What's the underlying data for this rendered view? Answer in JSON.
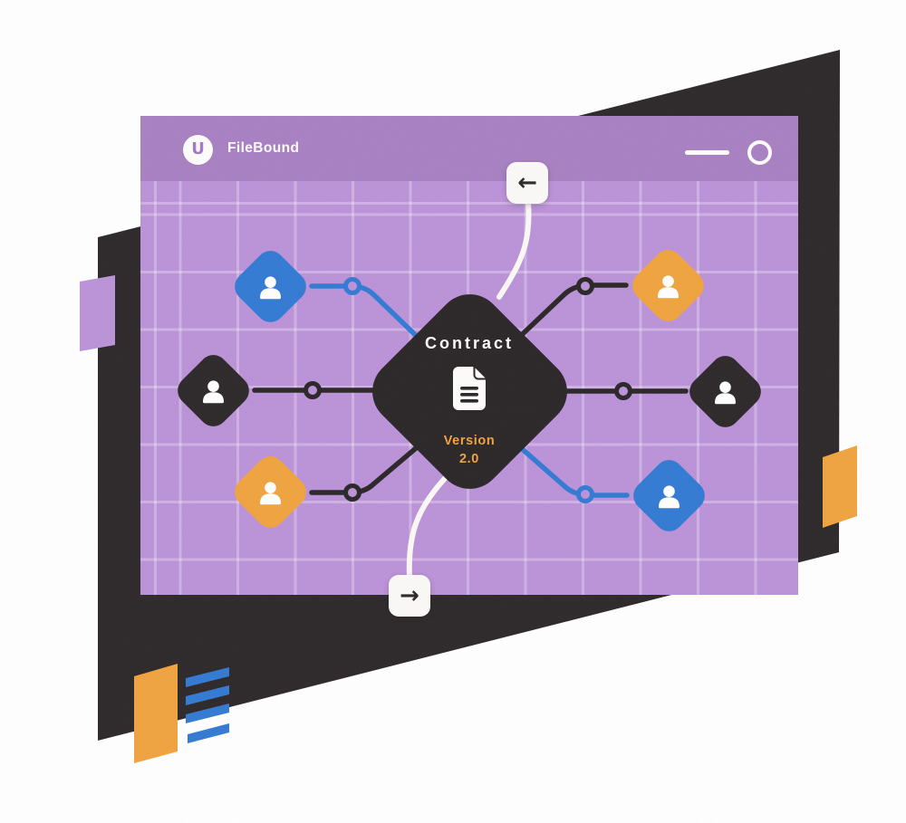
{
  "app": {
    "brand": "FileBound",
    "logo_letter": "U"
  },
  "window_controls": {
    "minimize_icon": "minimize-dash",
    "circle_icon": "circle-outline"
  },
  "workflow": {
    "center_node": {
      "title": "Contract",
      "icon": "document-icon",
      "version_label": "Version",
      "version_value": "2.0"
    },
    "nodes": [
      {
        "position": "top-left",
        "color": "#337ad3",
        "icon": "user-icon"
      },
      {
        "position": "middle-left",
        "color": "#2d282a",
        "icon": "user-icon"
      },
      {
        "position": "bottom-left",
        "color": "#f0a33f",
        "icon": "user-icon"
      },
      {
        "position": "top-right",
        "color": "#f0a33f",
        "icon": "user-icon"
      },
      {
        "position": "middle-right",
        "color": "#2d282a",
        "icon": "user-icon"
      },
      {
        "position": "bottom-right",
        "color": "#337ad3",
        "icon": "user-icon"
      }
    ],
    "nav": {
      "back_glyph": "←",
      "forward_glyph": "→"
    }
  },
  "colors": {
    "header_purple": "#a880c2",
    "body_purple": "#bb92d8",
    "dark": "#2d282a",
    "blue": "#337ad3",
    "orange": "#f0a33f",
    "card_white": "#fbf9f7",
    "version_orange": "#f2a23c"
  }
}
